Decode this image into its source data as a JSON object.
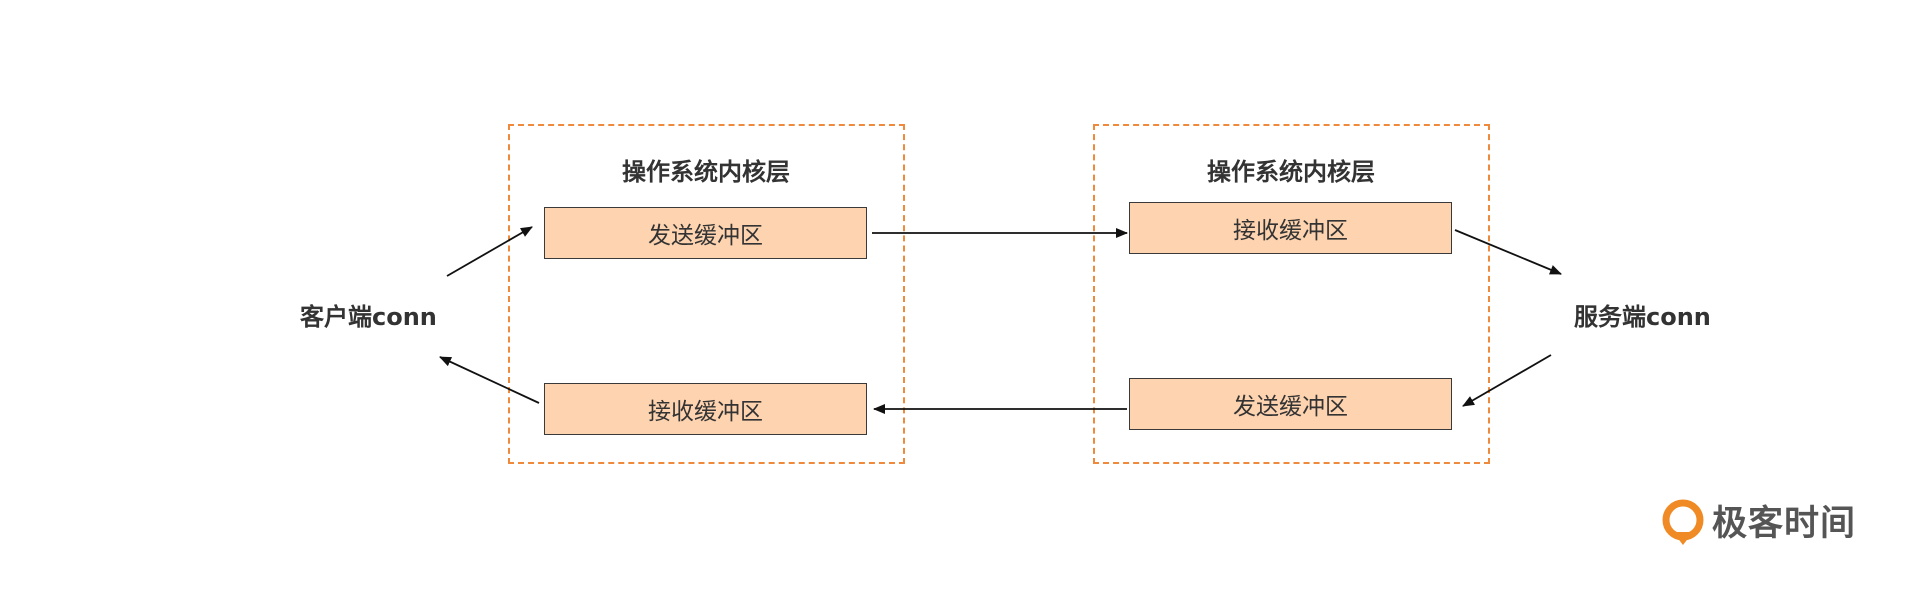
{
  "diagram": {
    "client_label": "客户端conn",
    "server_label": "服务端conn",
    "client_kernel": {
      "title": "操作系统内核层",
      "send_buffer": "发送缓冲区",
      "recv_buffer": "接收缓冲区"
    },
    "server_kernel": {
      "title": "操作系统内核层",
      "recv_buffer": "接收缓冲区",
      "send_buffer": "发送缓冲区"
    }
  },
  "brand": {
    "name": "极客时间",
    "logo_icon": "geektime-logo-icon"
  },
  "colors": {
    "dashed_border": "#ef8a3c",
    "buffer_fill": "#fdd3b0",
    "buffer_border": "#3a3a3a",
    "arrow": "#111111",
    "brand_orange": "#f08a24"
  }
}
